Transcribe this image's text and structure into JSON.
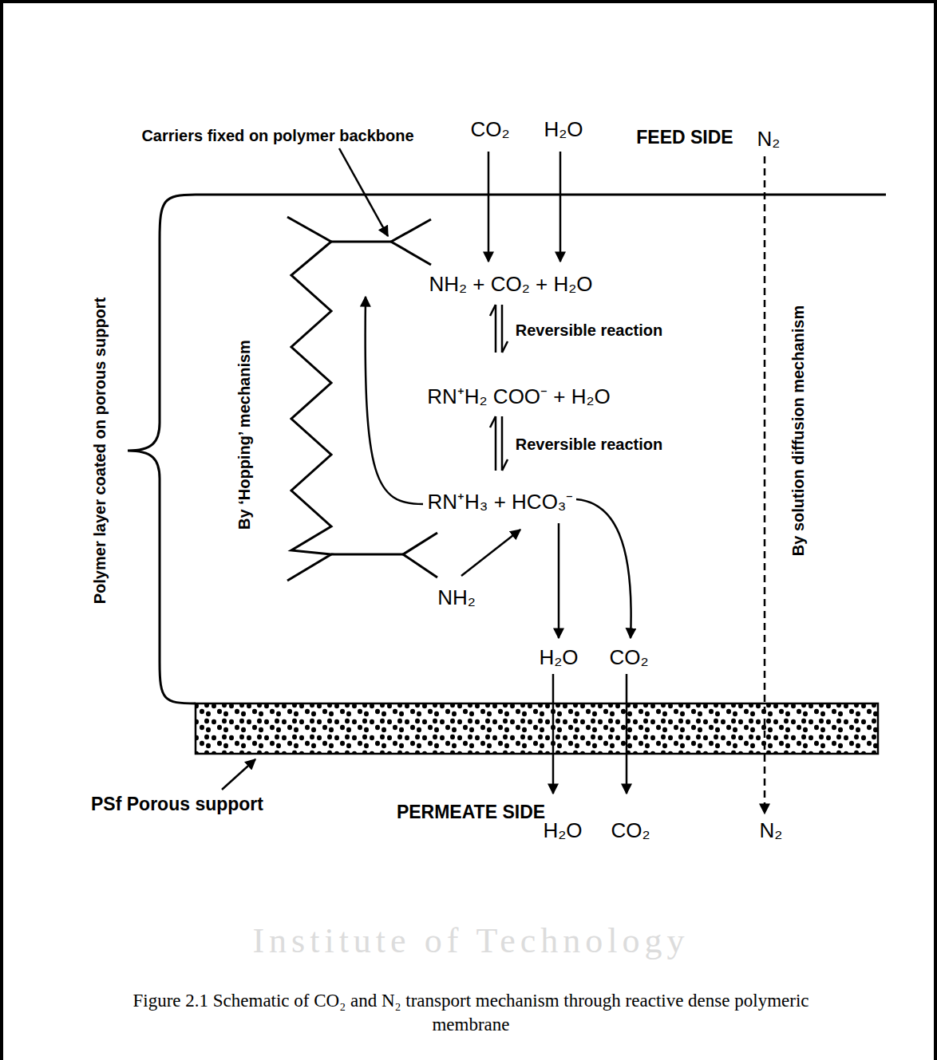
{
  "diagram": {
    "caption": "Figure 2.1 Schematic of CO₂ and N₂ transport mechanism through reactive dense polymeric membrane",
    "labels": [
      "Carriers fixed on polymer backbone",
      "CO₂",
      "H₂O",
      "FEED SIDE",
      "N₂",
      "Polymer layer coated on porous support",
      "By ‘Hopping’ mechanism",
      "NH₂ + CO₂ + H₂O",
      "Reversible reaction",
      "RN⁺H₂ COO⁻ + H₂O",
      "Reversible reaction",
      "RN⁺H₃ + HCO₃⁻",
      "By solution diffusion mechanism",
      "NH₂",
      "H₂O",
      "CO₂",
      "PSf Porous support",
      "PERMEATE SIDE",
      "H₂O",
      "CO₂",
      "N₂",
      "Institute of Technology"
    ]
  }
}
